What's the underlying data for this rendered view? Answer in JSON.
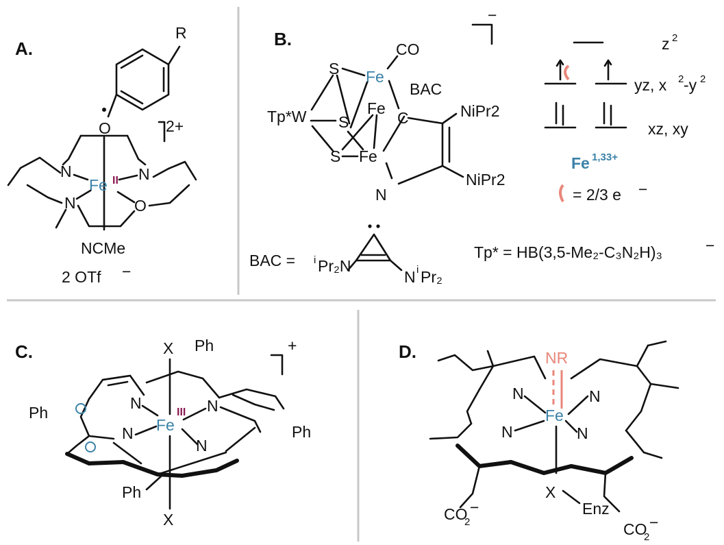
{
  "panels": {
    "a": {
      "label": "A.",
      "R": "R",
      "O_top": "O",
      "N": "N",
      "Fe": "Fe",
      "Fe_ox": "II",
      "O_right": "O",
      "axial": "NCMe",
      "charge": "2+",
      "counterion": "2 OTf",
      "counterion_sign": "−"
    },
    "b": {
      "label": "B.",
      "S": "S",
      "CO": "CO",
      "Fe": "Fe",
      "BAC": "BAC",
      "C": "C",
      "TpW": "Tp*W",
      "NiPr2_top": "NiPr2",
      "NiPr2_bottom": "NiPr2",
      "N_nitrile": "N",
      "charge": "−",
      "orbital_labels": [
        "z²",
        "yz, x²-y²",
        "xz, xy"
      ],
      "z2": "z",
      "z2_sup": "2",
      "yz_label": "yz, x",
      "x2_sup": "2",
      "y_label": "-y",
      "y2_sup": "2",
      "xz_label": "xz, xy",
      "fe_state": "Fe",
      "fe_state_sup": "1,33+",
      "electron_note": "= 2/3 e",
      "electron_sign": "−",
      "bac_def_label": "BAC =",
      "bac_left": "Pr₂N",
      "bac_left_sup": "i",
      "bac_right": "N",
      "bac_right_sup": "i",
      "bac_right_tail": "Pr₂",
      "tp_def": "Tp* = HB(3,5-Me₂-C₃N₂H)₃",
      "tp_def_sign": "−"
    },
    "c": {
      "label": "C.",
      "X": "X",
      "Ph": "Ph",
      "N": "N",
      "Fe": "Fe",
      "Fe_ox": "III",
      "charge": "+"
    },
    "d": {
      "label": "D.",
      "NR": "NR",
      "N": "N",
      "Fe": "Fe",
      "X": "X",
      "Enz": "Enz",
      "CO2": "CO",
      "CO2_sub": "2",
      "CO2_sign": "−"
    }
  },
  "colors": {
    "iron": "#3b82a8",
    "oxidation_state": "#8b1a52",
    "highlight": "#e8877a",
    "divider": "#c8c8c8"
  }
}
